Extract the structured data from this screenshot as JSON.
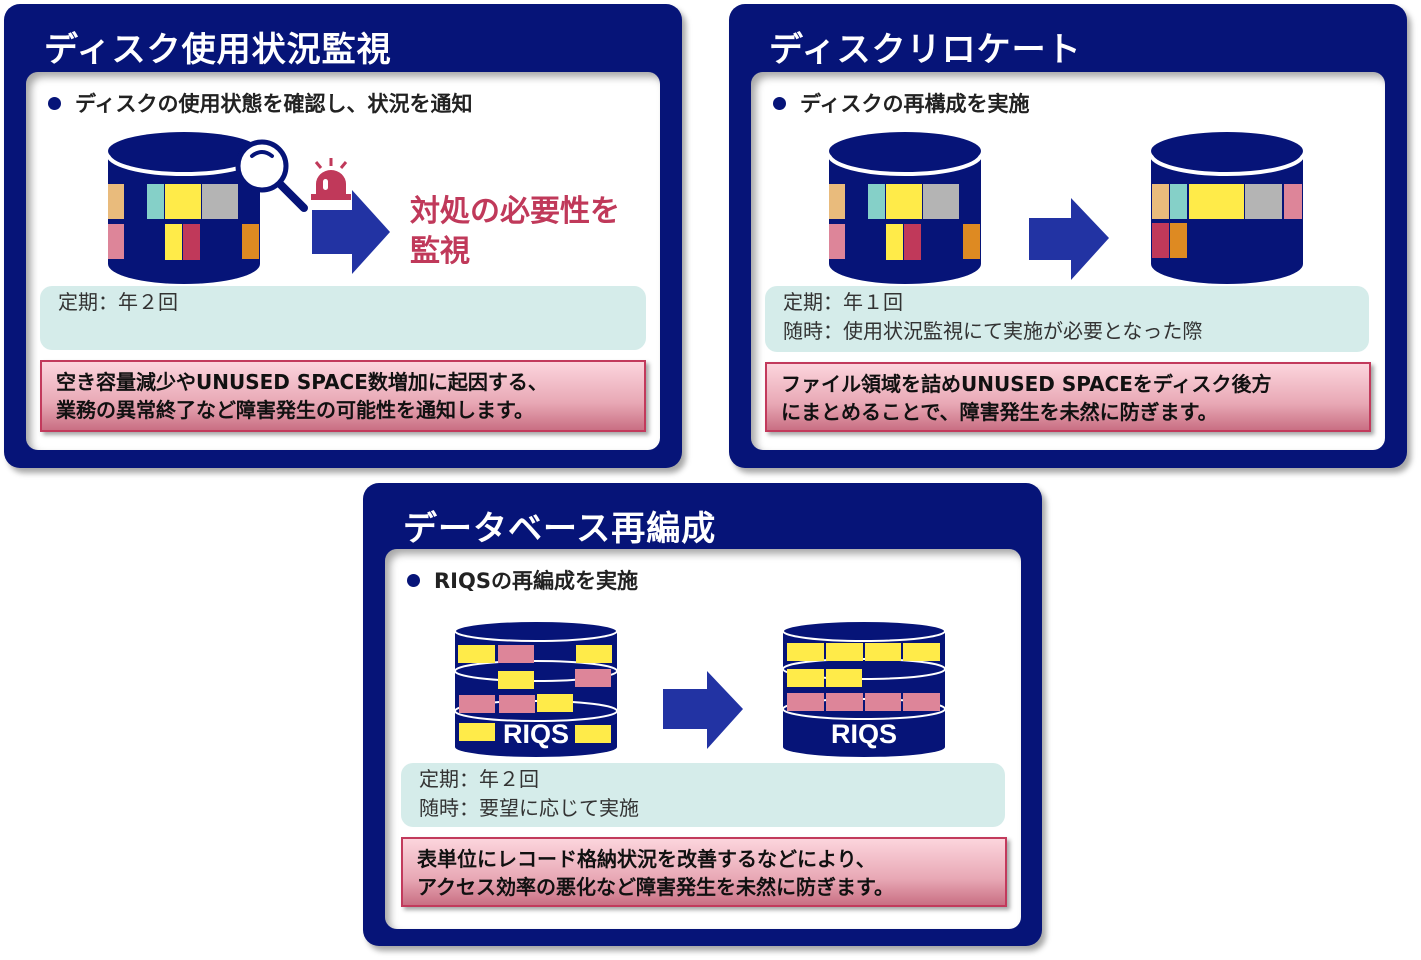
{
  "colors": {
    "panel_bg": "#061478",
    "arrow": "#2233a3",
    "alert": "#c0395a",
    "info_bg": "#d5ecea",
    "block_tan": "#e9bb7c",
    "block_teal": "#85d0c8",
    "block_yellow": "#ffeb49",
    "block_gray": "#b4b4b4",
    "block_pink": "#dd8599",
    "block_crimson": "#c0395a",
    "block_orange": "#de8a22"
  },
  "panels": [
    {
      "title": "ディスク使用状況監視",
      "bullet": "ディスクの使用状態を確認し、状況を通知",
      "callout": [
        "対処の必要性を",
        "監視"
      ],
      "schedule": [
        "定期：年２回"
      ],
      "note": [
        "空き容量減少やUNUSED SPACE数増加に起因する、",
        "業務の異常終了など障害発生の可能性を通知します。"
      ],
      "icons": [
        "database-icon",
        "magnifier-icon",
        "siren-icon",
        "arrow-right-icon"
      ]
    },
    {
      "title": "ディスクリロケート",
      "bullet": "ディスクの再構成を実施",
      "schedule": [
        "定期：年１回",
        "随時：使用状況監視にて実施が必要となった際"
      ],
      "note": [
        "ファイル領域を詰めUNUSED SPACEをディスク後方",
        "にまとめることで、障害発生を未然に防ぎます。"
      ],
      "icons": [
        "database-before-icon",
        "arrow-right-icon",
        "database-after-icon"
      ]
    },
    {
      "title": "データベース再編成",
      "bullet": "RIQSの再編成を実施",
      "db_label": "RIQS",
      "schedule": [
        "定期：年２回",
        "随時：要望に応じて実施"
      ],
      "note": [
        "表単位にレコード格納状況を改善するなどにより、",
        "アクセス効率の悪化など障害発生を未然に防ぎます。"
      ],
      "icons": [
        "database-before-icon",
        "arrow-right-icon",
        "database-after-icon"
      ]
    }
  ]
}
